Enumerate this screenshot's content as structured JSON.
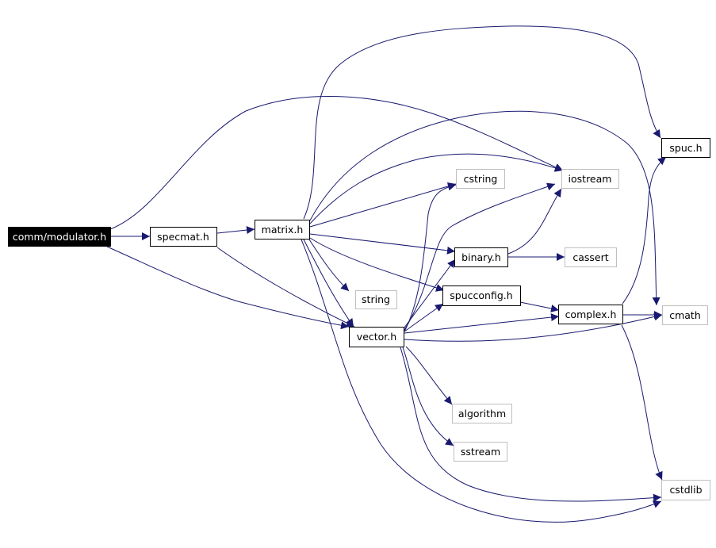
{
  "colors": {
    "edge": "#191970",
    "box_border": "#000000",
    "external_border": "#bfbfbf",
    "root_fill": "#000000",
    "root_text": "#ffffff"
  },
  "nodes": {
    "root": "comm/modulator.h",
    "specmat": "specmat.h",
    "matrix": "matrix.h",
    "vector": "vector.h",
    "string": "string",
    "cstring": "cstring",
    "iostream": "iostream",
    "binary": "binary.h",
    "cassert": "cassert",
    "spucconfig": "spucconfig.h",
    "complex": "complex.h",
    "spuc": "spuc.h",
    "cmath": "cmath",
    "algorithm": "algorithm",
    "sstream": "sstream",
    "cstdlib": "cstdlib"
  },
  "edges": [
    [
      "root",
      "specmat"
    ],
    [
      "root",
      "iostream"
    ],
    [
      "root",
      "vector"
    ],
    [
      "specmat",
      "matrix"
    ],
    [
      "specmat",
      "vector"
    ],
    [
      "matrix",
      "spuc"
    ],
    [
      "matrix",
      "iostream"
    ],
    [
      "matrix",
      "cmath"
    ],
    [
      "matrix",
      "cstring"
    ],
    [
      "matrix",
      "binary"
    ],
    [
      "matrix",
      "spucconfig"
    ],
    [
      "matrix",
      "string"
    ],
    [
      "matrix",
      "vector"
    ],
    [
      "matrix",
      "cstdlib"
    ],
    [
      "vector",
      "cstring"
    ],
    [
      "vector",
      "iostream"
    ],
    [
      "vector",
      "binary"
    ],
    [
      "vector",
      "spucconfig"
    ],
    [
      "vector",
      "complex"
    ],
    [
      "vector",
      "cmath"
    ],
    [
      "vector",
      "algorithm"
    ],
    [
      "vector",
      "sstream"
    ],
    [
      "vector",
      "cstdlib"
    ],
    [
      "binary",
      "iostream"
    ],
    [
      "binary",
      "cassert"
    ],
    [
      "spucconfig",
      "complex"
    ],
    [
      "complex",
      "spuc"
    ],
    [
      "complex",
      "cmath"
    ],
    [
      "complex",
      "cstdlib"
    ]
  ]
}
